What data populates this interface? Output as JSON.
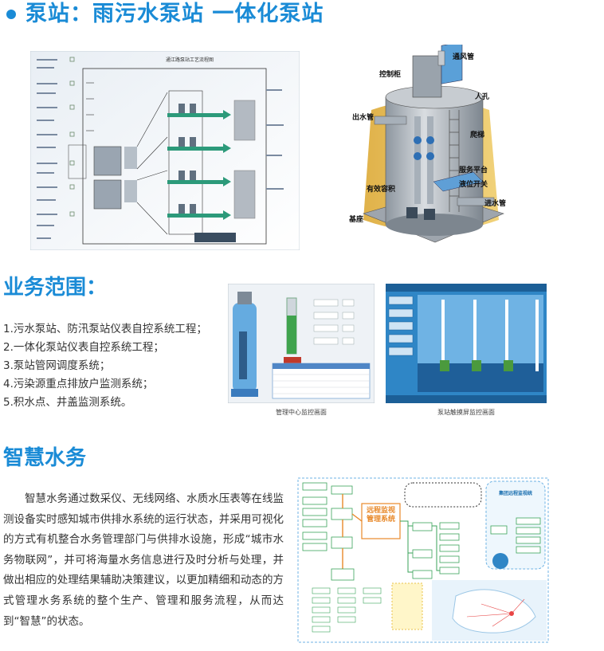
{
  "header": {
    "title": "泵站：雨污水泵站 一体化泵站"
  },
  "process_diagram": {
    "title": "通江路泵站工艺流程图"
  },
  "station_diagram": {
    "labels": {
      "vent_pipe": "通风管",
      "control_cabinet": "控制柜",
      "manhole": "人孔",
      "outlet_pipe": "出水管",
      "ladder": "爬梯",
      "service_platform": "服务平台",
      "level_switch": "液位开关",
      "effective_volume": "有效容积",
      "inlet_pipe": "进水管",
      "base": "基座"
    }
  },
  "business_scope": {
    "title": "业务范围：",
    "items": [
      "1.污水泵站、防汛泵站仪表自控系统工程；",
      "2.一体化泵站仪表自控系统工程；",
      "3.泵站管网调度系统；",
      "4.污染源重点排放户监测系统；",
      "5.积水点、井盖监测系统。"
    ],
    "screenshots": [
      {
        "caption": "管理中心监控画面"
      },
      {
        "caption": "泵站触摸屏监控画面"
      }
    ]
  },
  "smart_water": {
    "title": "智慧水务",
    "paragraph": "智慧水务通过数采仪、无线网络、水质水压表等在线监测设备实时感知城市供排水系统的运行状态，并采用可视化的方式有机整合水务管理部门与供排水设施，形成“城市水务物联网”，并可将海量水务信息进行及时分析与处理，并做出相应的处理结果辅助决策建议，以更加精细和动态的方式管理水务系统的整个生产、管理和服务流程，从而达到“智慧”的状态。",
    "diagram": {
      "center_label": "远程监视管理系统",
      "group_label": "集团远程监视统"
    }
  },
  "colors": {
    "accent": "#1a8bd6",
    "screen_blue": "#2f86c6",
    "flow_orange": "#e8892a",
    "flow_green": "#3aa35a"
  }
}
